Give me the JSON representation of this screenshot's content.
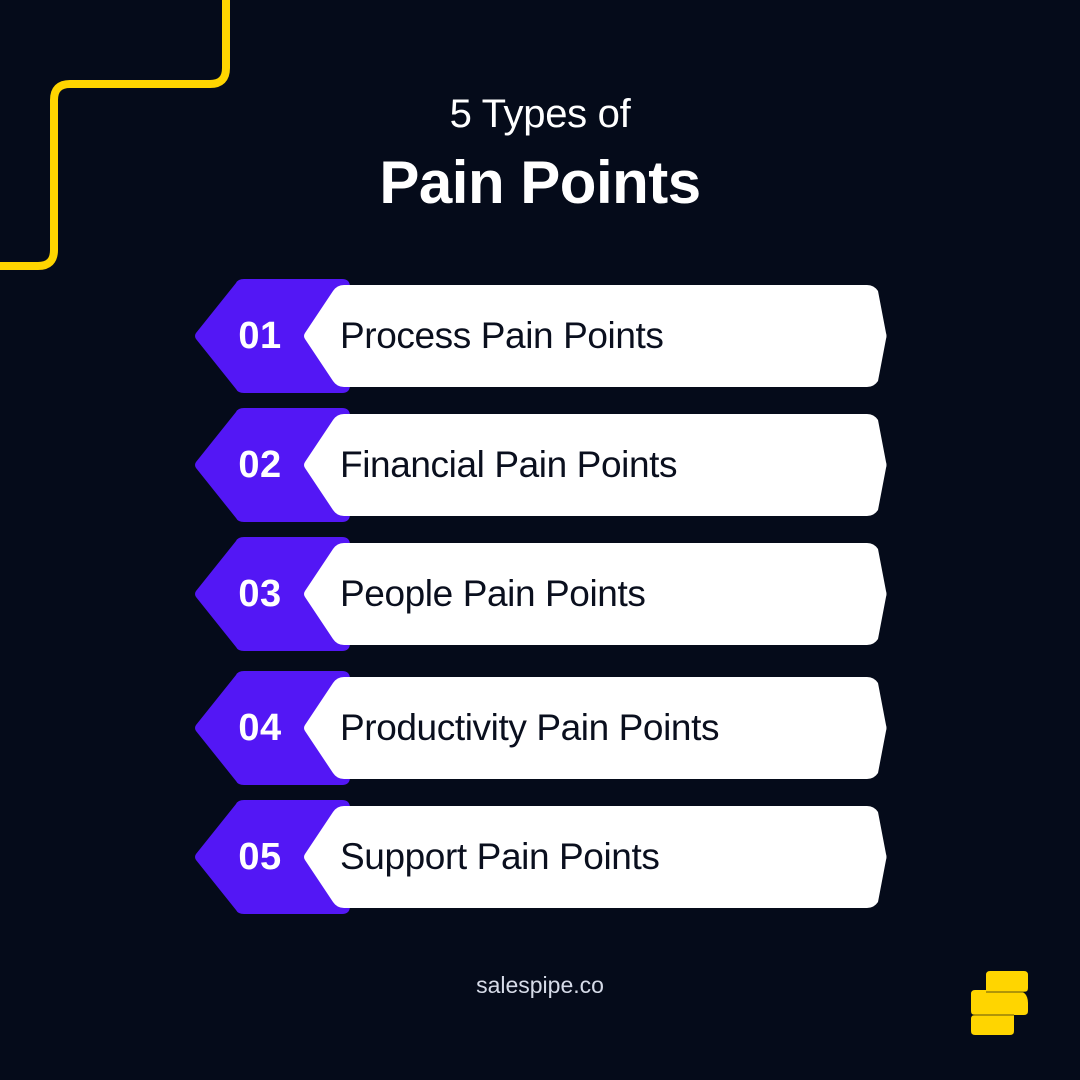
{
  "header": {
    "subtitle": "5 Types of",
    "title": "Pain Points"
  },
  "items": [
    {
      "number": "01",
      "label": "Process Pain Points"
    },
    {
      "number": "02",
      "label": "Financial Pain Points"
    },
    {
      "number": "03",
      "label": "People Pain Points"
    },
    {
      "number": "04",
      "label": "Productivity Pain Points"
    },
    {
      "number": "05",
      "label": "Support Pain Points"
    }
  ],
  "footer": {
    "website": "salespipe.co",
    "logo_icon": "salespipe-s-logo-icon"
  },
  "colors": {
    "background": "#050b1a",
    "accent_purple": "#5317f5",
    "accent_yellow": "#ffd500",
    "card_white": "#ffffff",
    "text_dark": "#0a0f1e"
  }
}
